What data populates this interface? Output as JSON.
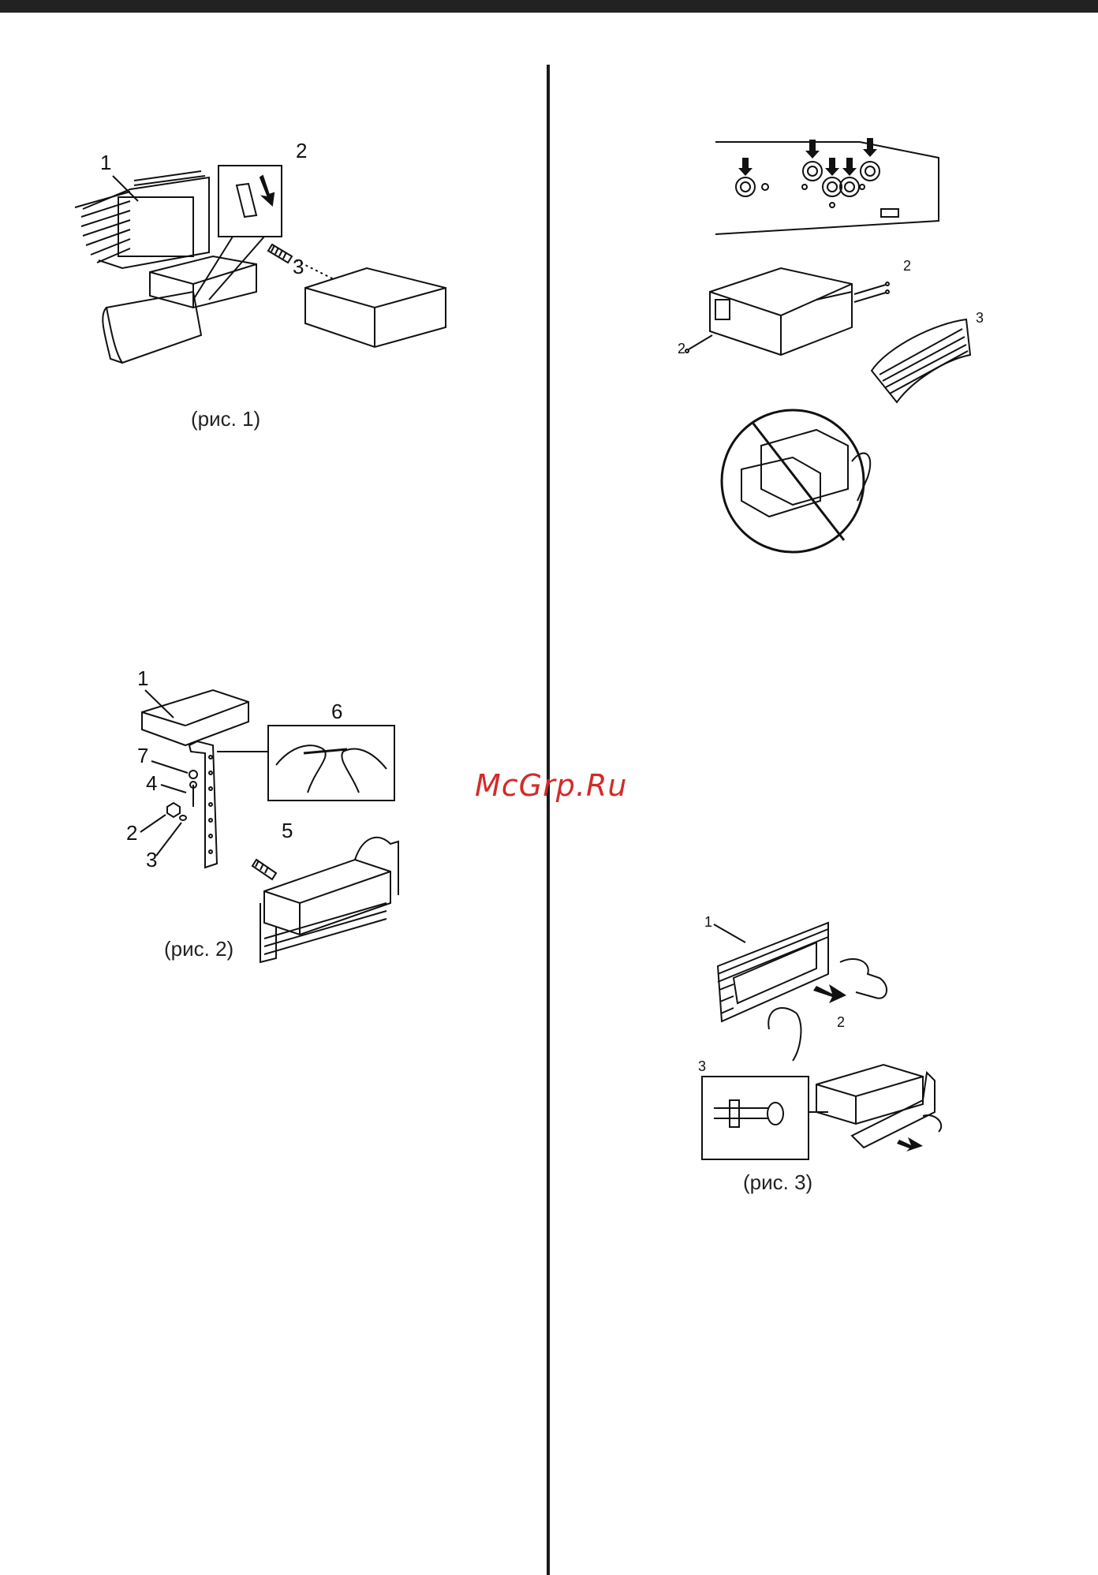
{
  "figures": {
    "fig1": {
      "caption": "(рис. 1)",
      "callouts": [
        "1",
        "2",
        "3"
      ]
    },
    "fig2": {
      "caption": "(рис. 2)",
      "callouts": [
        "1",
        "2",
        "3",
        "4",
        "5",
        "6",
        "7"
      ]
    },
    "fig_connectors": {
      "callouts": [
        "2",
        "2",
        "3"
      ]
    },
    "fig3": {
      "caption": "(рис. 3)",
      "callouts": [
        "1",
        "2",
        "3"
      ]
    }
  },
  "watermark": "McGrp.Ru",
  "colors": {
    "topbar": "#222222",
    "divider": "#1a1a1a",
    "watermark": "#d42a2a"
  }
}
